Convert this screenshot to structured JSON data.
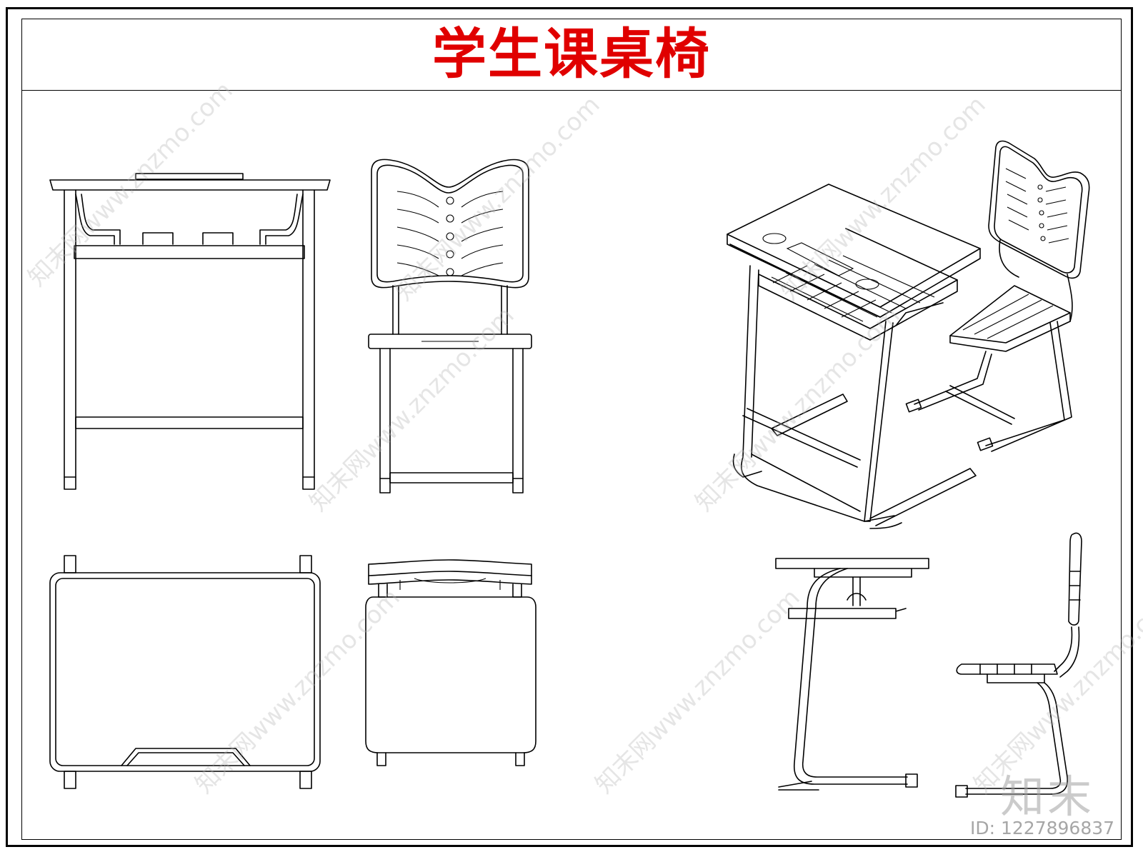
{
  "title": "学生课桌椅",
  "brand": "知末",
  "image_id": {
    "label": "ID:",
    "value": "1227896837"
  },
  "watermark": "知末网www.znzmo.com",
  "colors": {
    "title": "#e00000",
    "line": "#000000",
    "watermark": "#b4b4b4"
  }
}
